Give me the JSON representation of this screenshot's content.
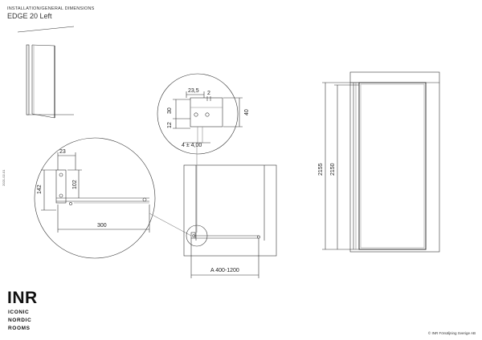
{
  "header": {
    "subtitle": "INSTALLATION/GENERAL DIMENSIONS",
    "title": "EDGE 20 Left"
  },
  "side_code": "2021-02-01",
  "dimensions": {
    "top_width": "23,5",
    "top_gap": "2",
    "left_height": "30",
    "right_height": "40",
    "bottom_offset": "12",
    "hole_tolerance": "4 ± 4,00",
    "offset_x": "23",
    "inner_height": "102",
    "outer_height": "142",
    "bracket_length": "300",
    "range_label": "A 400-1200",
    "total_height": "2155",
    "panel_height": "2150"
  },
  "logo": {
    "mark": "INR",
    "line1": "ICONIC",
    "line2": "NORDIC",
    "line3": "ROOMS"
  },
  "footer": {
    "copyright": "© INR Försäljning Sverige AB"
  }
}
